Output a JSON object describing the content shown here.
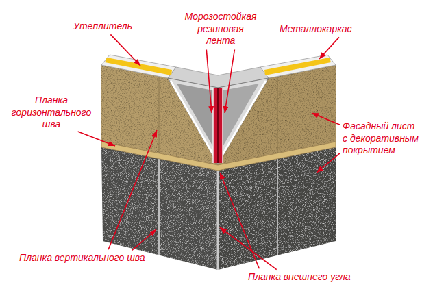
{
  "diagram": {
    "labels": [
      "Утеплитель",
      "Морозостойкая резиновая лента",
      "Металлокаркас",
      "Планка горизонтального шва",
      "Фасадный лист с декоративным покрытием",
      "Планка вертикального шва",
      "Планка внешнего угла"
    ]
  }
}
